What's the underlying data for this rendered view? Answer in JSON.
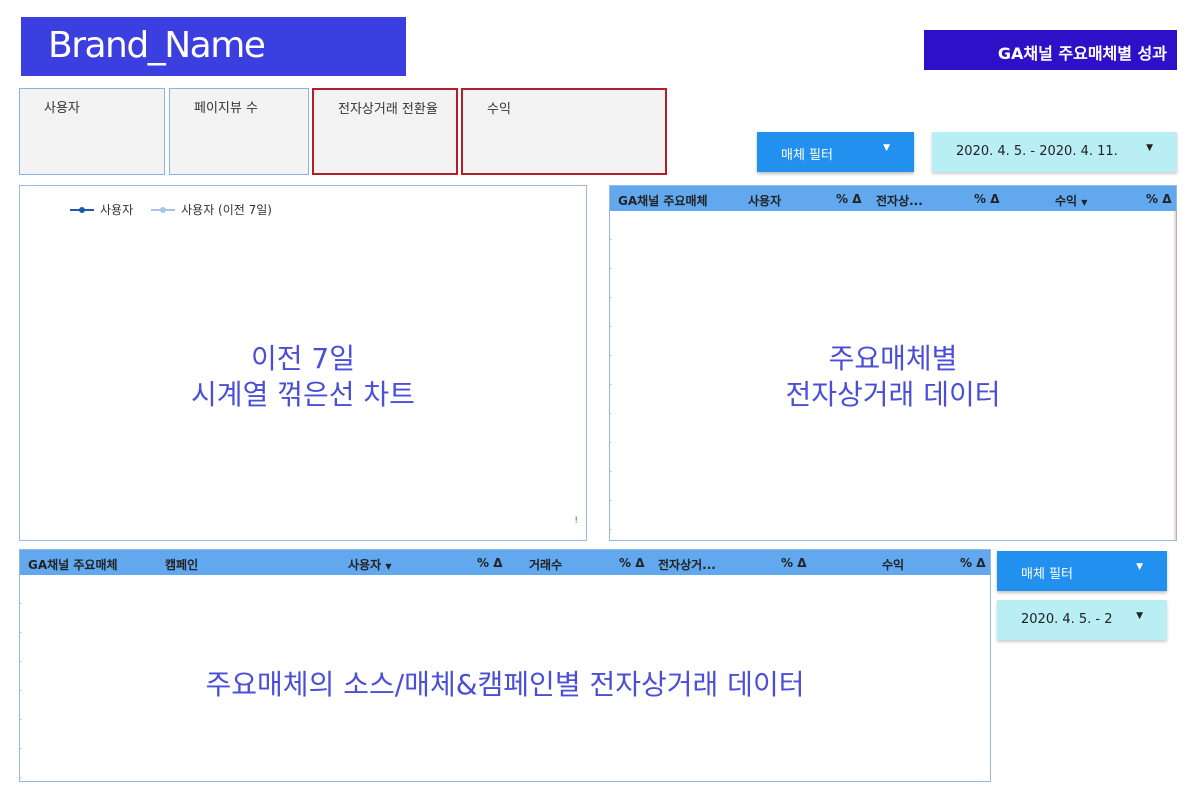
{
  "header": {
    "brand": "Brand_Name",
    "report_title": "GA채널 주요매체별 성과"
  },
  "kpis": [
    {
      "label": "사용자"
    },
    {
      "label": "페이지뷰 수"
    },
    {
      "label": "전자상거래 전환율"
    },
    {
      "label": "수익"
    }
  ],
  "controls_top": {
    "media_filter": "매체 필터",
    "date_range": "2020. 4. 5. - 2020. 4. 11."
  },
  "controls_bottom": {
    "media_filter": "매체 필터",
    "date_range": "2020. 4. 5. - 2"
  },
  "chart": {
    "legend": [
      {
        "name": "사용자",
        "color": "#1e5aa8"
      },
      {
        "name": "사용자 (이전 7일)",
        "color": "#a8c4e4"
      }
    ],
    "placeholder_line1": "이전 7일",
    "placeholder_line2": "시계열 꺾은선 차트",
    "corner_mark": "!"
  },
  "media_table": {
    "columns": [
      "GA채널 주요매체",
      "사용자",
      "% Δ",
      "전자상...",
      "% Δ",
      "수익",
      "% Δ"
    ],
    "sort_column": "수익",
    "placeholder_line1": "주요매체별",
    "placeholder_line2": "전자상거래 데이터"
  },
  "campaign_table": {
    "columns": [
      "GA채널 주요매체",
      "캠페인",
      "사용자",
      "% Δ",
      "거래수",
      "% Δ",
      "전자상거...",
      "% Δ",
      "수익",
      "% Δ"
    ],
    "sort_column": "사용자",
    "placeholder": "주요매체의 소스/매체&캠페인별 전자상거래 데이터"
  },
  "colors": {
    "brand_bg": "#3b3fe0",
    "title_bg": "#2e10c8",
    "filter_bg": "#2290ee",
    "date_bg": "#b8eef4",
    "table_header": "#62a8ee",
    "kpi_highlight_border": "#b12028",
    "placeholder_text": "#4b4fd6"
  },
  "icons": [
    "dropdown-caret-icon",
    "sort-desc-icon",
    "legend-line-icon"
  ]
}
